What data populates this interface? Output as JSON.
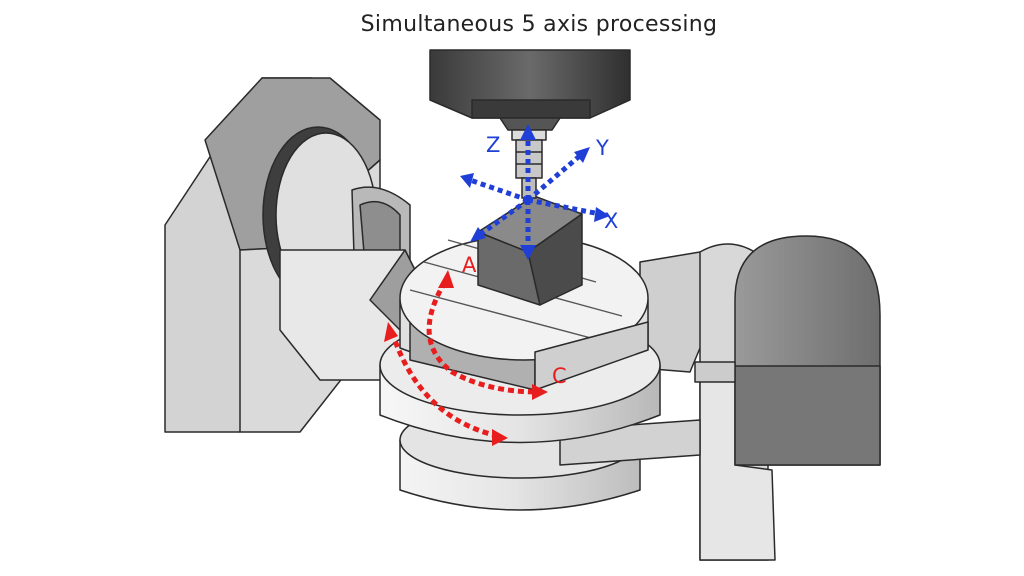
{
  "title": "Simultaneous 5 axis processing",
  "axes": {
    "linear": [
      {
        "name": "Z",
        "color": "#1f3fd6"
      },
      {
        "name": "Y",
        "color": "#1f3fd6"
      },
      {
        "name": "X",
        "color": "#1f3fd6"
      }
    ],
    "rotary": [
      {
        "name": "A",
        "color": "#e81e1e"
      },
      {
        "name": "C",
        "color": "#e81e1e"
      }
    ]
  },
  "colors": {
    "outline": "#2a2a2a",
    "light_metal": "#e2e2e2",
    "mid_metal": "#c4c4c4",
    "dark_metal": "#7a7a7a",
    "spindle": "#4a4a4a",
    "workpiece": "#5f5f5f"
  }
}
